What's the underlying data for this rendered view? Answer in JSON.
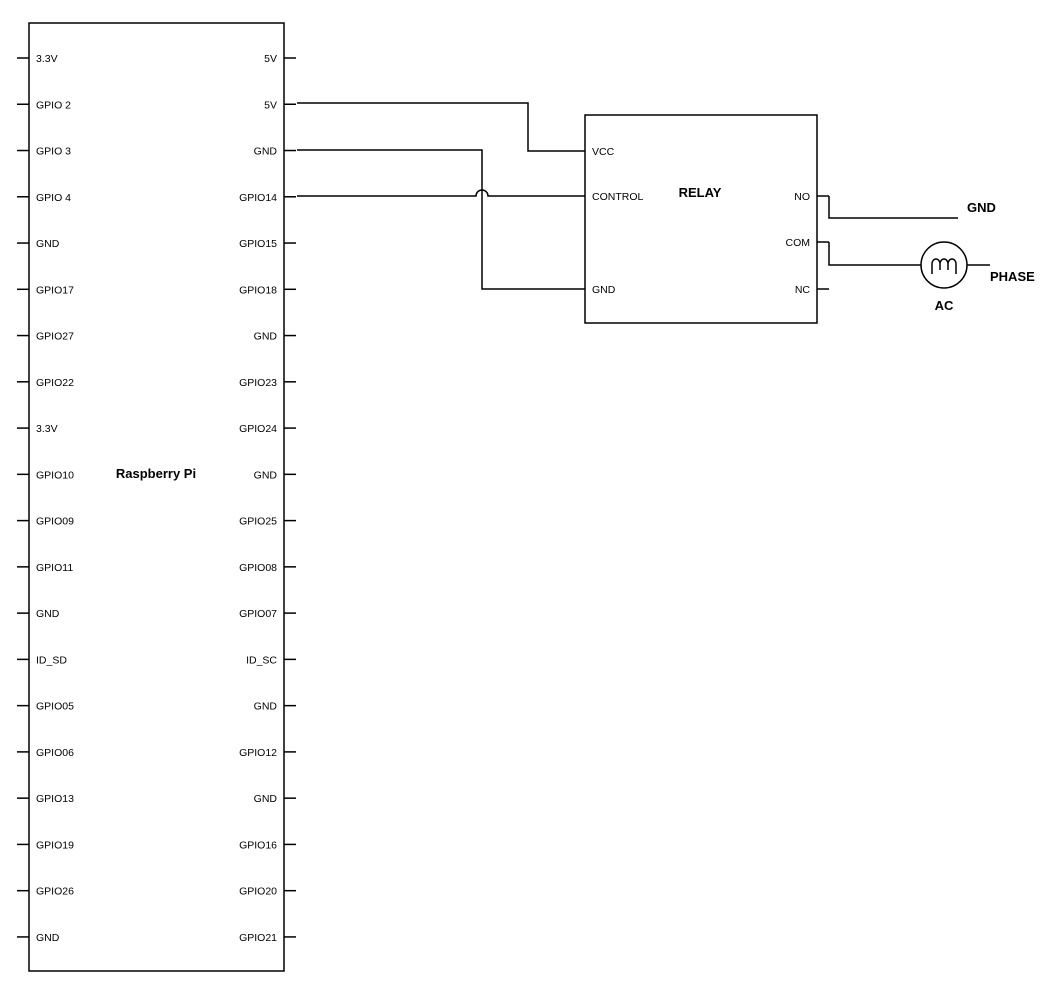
{
  "raspberry_pi": {
    "title": "Raspberry Pi",
    "left_pins": [
      "3.3V",
      "GPIO 2",
      "GPIO 3",
      "GPIO 4",
      "GND",
      "GPIO17",
      "GPIO27",
      "GPIO22",
      "3.3V",
      "GPIO10",
      "GPIO09",
      "GPIO11",
      "GND",
      "ID_SD",
      "GPIO05",
      "GPIO06",
      "GPIO13",
      "GPIO19",
      "GPIO26",
      "GND"
    ],
    "right_pins": [
      "5V",
      "5V",
      "GND",
      "GPIO14",
      "GPIO15",
      "GPIO18",
      "GND",
      "GPIO23",
      "GPIO24",
      "GND",
      "GPIO25",
      "GPIO08",
      "GPIO07",
      "ID_SC",
      "GND",
      "GPIO12",
      "GND",
      "GPIO16",
      "GPIO20",
      "GPIO21"
    ]
  },
  "relay": {
    "title": "RELAY",
    "left_pins": [
      "VCC",
      "CONTROL",
      "GND"
    ],
    "right_pins": [
      "NO",
      "COM",
      "NC"
    ]
  },
  "load": {
    "label": "AC",
    "gnd_label": "GND",
    "phase_label": "PHASE"
  },
  "connections": [
    {
      "from": "5V",
      "to": "VCC"
    },
    {
      "from": "GND",
      "to": "GND"
    },
    {
      "from": "GPIO14",
      "to": "CONTROL"
    },
    {
      "from": "NO",
      "to": "GND"
    },
    {
      "from": "COM",
      "to": "AC"
    },
    {
      "from": "AC",
      "to": "PHASE"
    }
  ]
}
